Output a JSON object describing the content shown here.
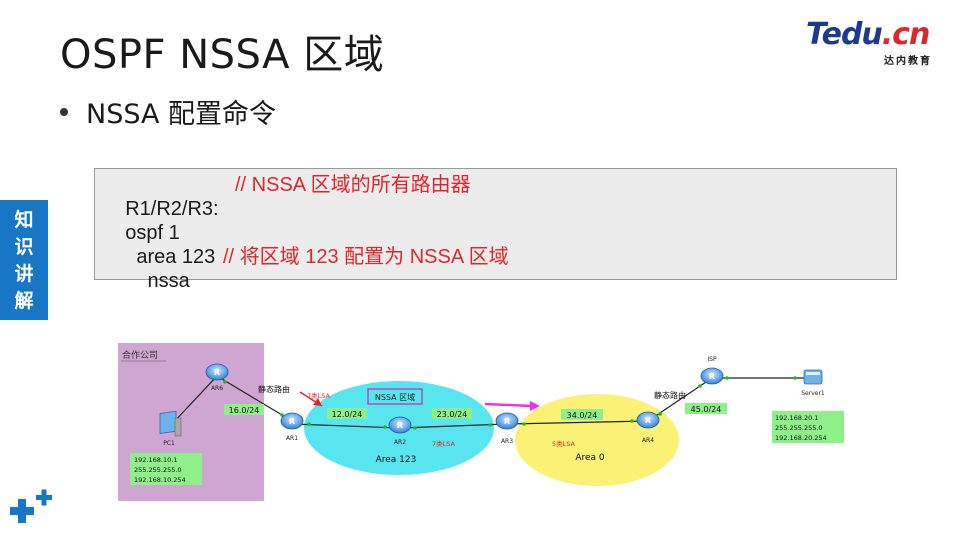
{
  "slide": {
    "title": "OSPF NSSA 区域",
    "bullet": "NSSA 配置命令",
    "side_tag": [
      "知",
      "识",
      "讲",
      "解"
    ]
  },
  "logo": {
    "main_blue": "Tedu",
    "main_red": ".cn",
    "sub": "达内教育"
  },
  "code": {
    "lines": [
      {
        "text": "R1/R2/R3:",
        "comment": "// NSSA 区域的所有路由器"
      },
      {
        "text": "ospf 1",
        "comment": ""
      },
      {
        "text": "  area 123",
        "comment": ""
      },
      {
        "text": "    nssa",
        "comment": "// 将区域 123 配置为 NSSA 区域"
      }
    ]
  },
  "topology": {
    "partner_label": "合作公司",
    "nssa_label": "NSSA 区域",
    "area123_label": "Area 123",
    "area0_label": "Area 0",
    "static_left": "静态路由",
    "static_right": "静态路由",
    "isp_label": "ISP",
    "lsa_type7_a": "7类LSA",
    "lsa_type7_b": "7类LSA",
    "lsa_type5": "5类LSA",
    "devices": {
      "pc1": "PC1",
      "ar6": "AR6",
      "ar1": "AR1",
      "ar2": "AR2",
      "ar3": "AR3",
      "ar4": "AR4",
      "server1": "Server1"
    },
    "networks": {
      "n16": "16.0/24",
      "n12": "12.0/24",
      "n23": "23.0/24",
      "n34": "34.0/24",
      "n45": "45.0/24"
    },
    "pc1_info": [
      "192.168.10.1",
      "255.255.255.0",
      "192.168.10.254"
    ],
    "server1_info": [
      "192.168.20.1",
      "255.255.255.0",
      "192.168.20.254"
    ]
  },
  "colors": {
    "accent_blue": "#1777c6",
    "comment_red": "#e0262b",
    "partner_bg": "#cfa6d1",
    "area123_bg": "#57e6f0",
    "area0_bg": "#fbf174",
    "net_label_bg": "#8ff08a"
  }
}
